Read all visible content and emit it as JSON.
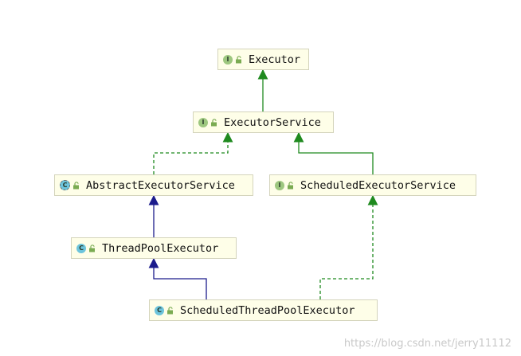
{
  "nodes": {
    "executor": {
      "label": "Executor",
      "kind": "I"
    },
    "executor_service": {
      "label": "ExecutorService",
      "kind": "I"
    },
    "abstract_executor_service": {
      "label": "AbstractExecutorService",
      "kind": "C"
    },
    "scheduled_executor_service": {
      "label": "ScheduledExecutorService",
      "kind": "I"
    },
    "thread_pool_executor": {
      "label": "ThreadPoolExecutor",
      "kind": "C"
    },
    "scheduled_thread_pool_executor": {
      "label": "ScheduledThreadPoolExecutor",
      "kind": "C"
    }
  },
  "edges": [
    {
      "from": "executor_service",
      "to": "executor",
      "type": "extends"
    },
    {
      "from": "abstract_executor_service",
      "to": "executor_service",
      "type": "implements"
    },
    {
      "from": "scheduled_executor_service",
      "to": "executor_service",
      "type": "extends"
    },
    {
      "from": "thread_pool_executor",
      "to": "abstract_executor_service",
      "type": "extends"
    },
    {
      "from": "scheduled_thread_pool_executor",
      "to": "thread_pool_executor",
      "type": "extends"
    },
    {
      "from": "scheduled_thread_pool_executor",
      "to": "scheduled_executor_service",
      "type": "implements"
    }
  ],
  "colors": {
    "interface_arrow": "#1f8a1f",
    "class_arrow": "#1c1c8c",
    "node_fill": "#fefee8",
    "node_border": "#d4d4bc"
  },
  "watermark": "https://blog.csdn.net/jerry11112"
}
